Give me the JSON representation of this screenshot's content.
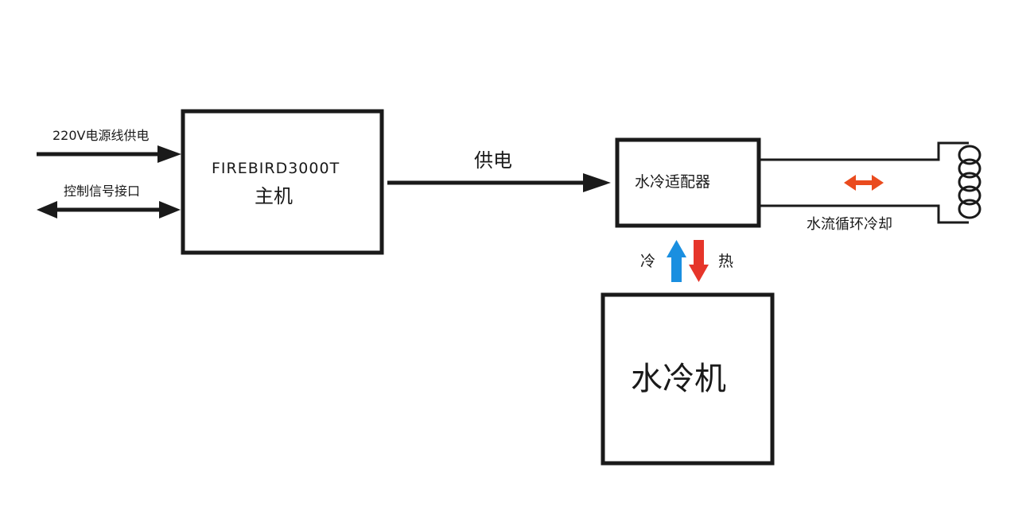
{
  "host": {
    "model": "FIREBIRD3000T",
    "name": "主机"
  },
  "inputs": {
    "power_label": "220V电源线供电",
    "control_label": "控制信号接口"
  },
  "power_link": {
    "label": "供电"
  },
  "adapter": {
    "name": "水冷适配器"
  },
  "cooling_loop": {
    "label": "水流循环冷却"
  },
  "exchange": {
    "cold_label": "冷",
    "hot_label": "热"
  },
  "chiller": {
    "name": "水冷机"
  },
  "colors": {
    "outline": "#1a1a1a",
    "cold_arrow": "#1a8fe0",
    "hot_arrow": "#e6352a",
    "loop_arrow": "#ea4b1e"
  }
}
